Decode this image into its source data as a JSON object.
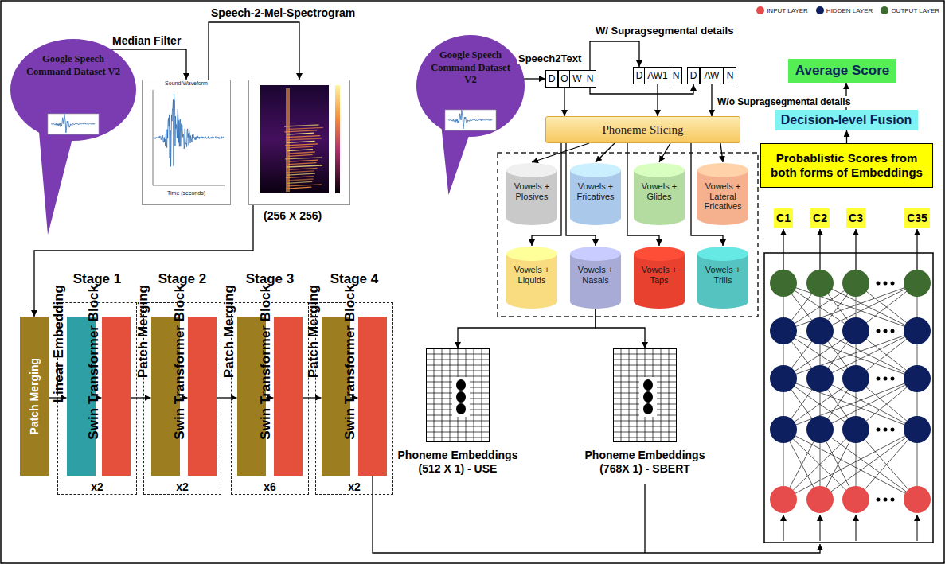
{
  "diagram": {
    "nodes": [
      {
        "text": [
          "Google Speech Command Dataset V2"
        ]
      },
      {
        "text": [
          "Sound Waveform",
          "Time (seconds)"
        ]
      },
      {
        "text": [
          "(256 X 256)"
        ]
      },
      {
        "text": [
          "Patch Merging"
        ]
      },
      {
        "text": [
          "Stage 1",
          "x2"
        ]
      },
      {
        "text": [
          "Linear Embedding"
        ],
        "in": 4
      },
      {
        "text": [
          "Swin Transformer Block"
        ],
        "in": 4
      },
      {
        "text": [
          "Stage 2",
          "x2"
        ]
      },
      {
        "text": [
          "Patch Merging"
        ],
        "in": 7
      },
      {
        "text": [
          "Swin Transformer Block"
        ],
        "in": 7
      },
      {
        "text": [
          "Stage 3",
          "x6"
        ]
      },
      {
        "text": [
          "Patch Merging"
        ],
        "in": 10
      },
      {
        "text": [
          "Swin Transformer Block"
        ],
        "in": 10
      },
      {
        "text": [
          "Stage 4",
          "x2"
        ]
      },
      {
        "text": [
          "Patch Merging"
        ],
        "in": 13
      },
      {
        "text": [
          "Swin Transformer Block"
        ],
        "in": 13
      },
      {
        "text": [
          "Google Speech Command Dataset V2"
        ]
      },
      {
        "text": [
          "D"
        ]
      },
      {
        "text": [
          "O"
        ]
      },
      {
        "text": [
          "W"
        ]
      },
      {
        "text": [
          "N"
        ]
      },
      {
        "text": [
          "D"
        ]
      },
      {
        "text": [
          "AW1"
        ]
      },
      {
        "text": [
          "N"
        ]
      },
      {
        "text": [
          "D"
        ]
      },
      {
        "text": [
          "AW"
        ]
      },
      {
        "text": [
          "N"
        ]
      },
      {
        "text": [
          "Phoneme Slicing"
        ]
      },
      {
        "text": [
          "Vowels + Plosives"
        ]
      },
      {
        "text": [
          "Vowels + Fricatives"
        ]
      },
      {
        "text": [
          "Vowels + Glides"
        ]
      },
      {
        "text": [
          "Vowels + Lateral Fricatives"
        ]
      },
      {
        "text": [
          "Vowels + Liquids"
        ]
      },
      {
        "text": [
          "Vowels + Nasals"
        ]
      },
      {
        "text": [
          "Vowels + Taps"
        ]
      },
      {
        "text": [
          "Vowels + Trills"
        ]
      },
      {
        "text": [
          "Phoneme Embeddings (512 X 1) - USE"
        ]
      },
      {
        "text": [
          "Phoneme Embeddings (768X 1) - SBERT"
        ]
      },
      {
        "text": [
          "C1"
        ]
      },
      {
        "text": [
          "C2"
        ]
      },
      {
        "text": [
          "C3"
        ]
      },
      {
        "text": [
          "C35"
        ]
      },
      {
        "text": [
          "Probablistic Scores from both forms of Embeddings"
        ]
      },
      {
        "text": [
          "Decision-level Fusion"
        ]
      },
      {
        "text": [
          "Average Score"
        ]
      }
    ],
    "edges": [
      {
        "from": 0,
        "to": 1,
        "label": "Median Filter",
        "arrow": "to"
      },
      {
        "from": 1,
        "to": 2,
        "label": "Speech-2-Mel-Spectrogram",
        "arrow": "to"
      },
      {
        "from": 2,
        "to": 3,
        "arrow": "to"
      },
      {
        "from": 3,
        "to": 5,
        "arrow": "to"
      },
      {
        "from": 5,
        "to": 6,
        "arrow": "to"
      },
      {
        "from": 6,
        "to": 8,
        "arrow": "to"
      },
      {
        "from": 8,
        "to": 9,
        "arrow": "to"
      },
      {
        "from": 9,
        "to": 11,
        "arrow": "to"
      },
      {
        "from": 11,
        "to": 12,
        "arrow": "to"
      },
      {
        "from": 12,
        "to": 14,
        "arrow": "to"
      },
      {
        "from": 14,
        "to": 15,
        "arrow": "to"
      },
      {
        "from": 16,
        "to": 17,
        "label": "Speech2Text",
        "arrow": "to"
      },
      {
        "from": 20,
        "to": 21,
        "label": "W/ Supragsegmental details",
        "arrow": "to"
      },
      {
        "from": 20,
        "to": 24,
        "label": "W/o Supragsegmental details",
        "arrow": "to"
      },
      {
        "from": 18,
        "to": 27,
        "arrow": "to"
      },
      {
        "from": 22,
        "to": 27,
        "arrow": "to"
      },
      {
        "from": 25,
        "to": 27,
        "arrow": "to"
      },
      {
        "from": 27,
        "to": 28,
        "arrow": "to"
      },
      {
        "from": 27,
        "to": 29,
        "arrow": "to"
      },
      {
        "from": 27,
        "to": 30,
        "arrow": "to"
      },
      {
        "from": 27,
        "to": 31,
        "arrow": "to"
      },
      {
        "from": 27,
        "to": 32,
        "arrow": "to"
      },
      {
        "from": 27,
        "to": 33,
        "arrow": "to"
      },
      {
        "from": 27,
        "to": 34,
        "arrow": "to"
      },
      {
        "from": 27,
        "to": 35,
        "arrow": "to"
      },
      {
        "from": 33,
        "to": 36,
        "arrow": "to"
      },
      {
        "from": 33,
        "to": 37,
        "arrow": "to"
      },
      {
        "from": 42,
        "to": 43,
        "arrow": "to"
      },
      {
        "from": 43,
        "to": 44,
        "arrow": "to"
      }
    ],
    "legend": [
      {
        "text": "INPUT LAYER",
        "color": "#e74c4c"
      },
      {
        "text": "HIDDEN LAYER",
        "color": "#0d1f5e"
      },
      {
        "text": "OUTPUT LAYER",
        "color": "#3e6b2f"
      }
    ]
  }
}
